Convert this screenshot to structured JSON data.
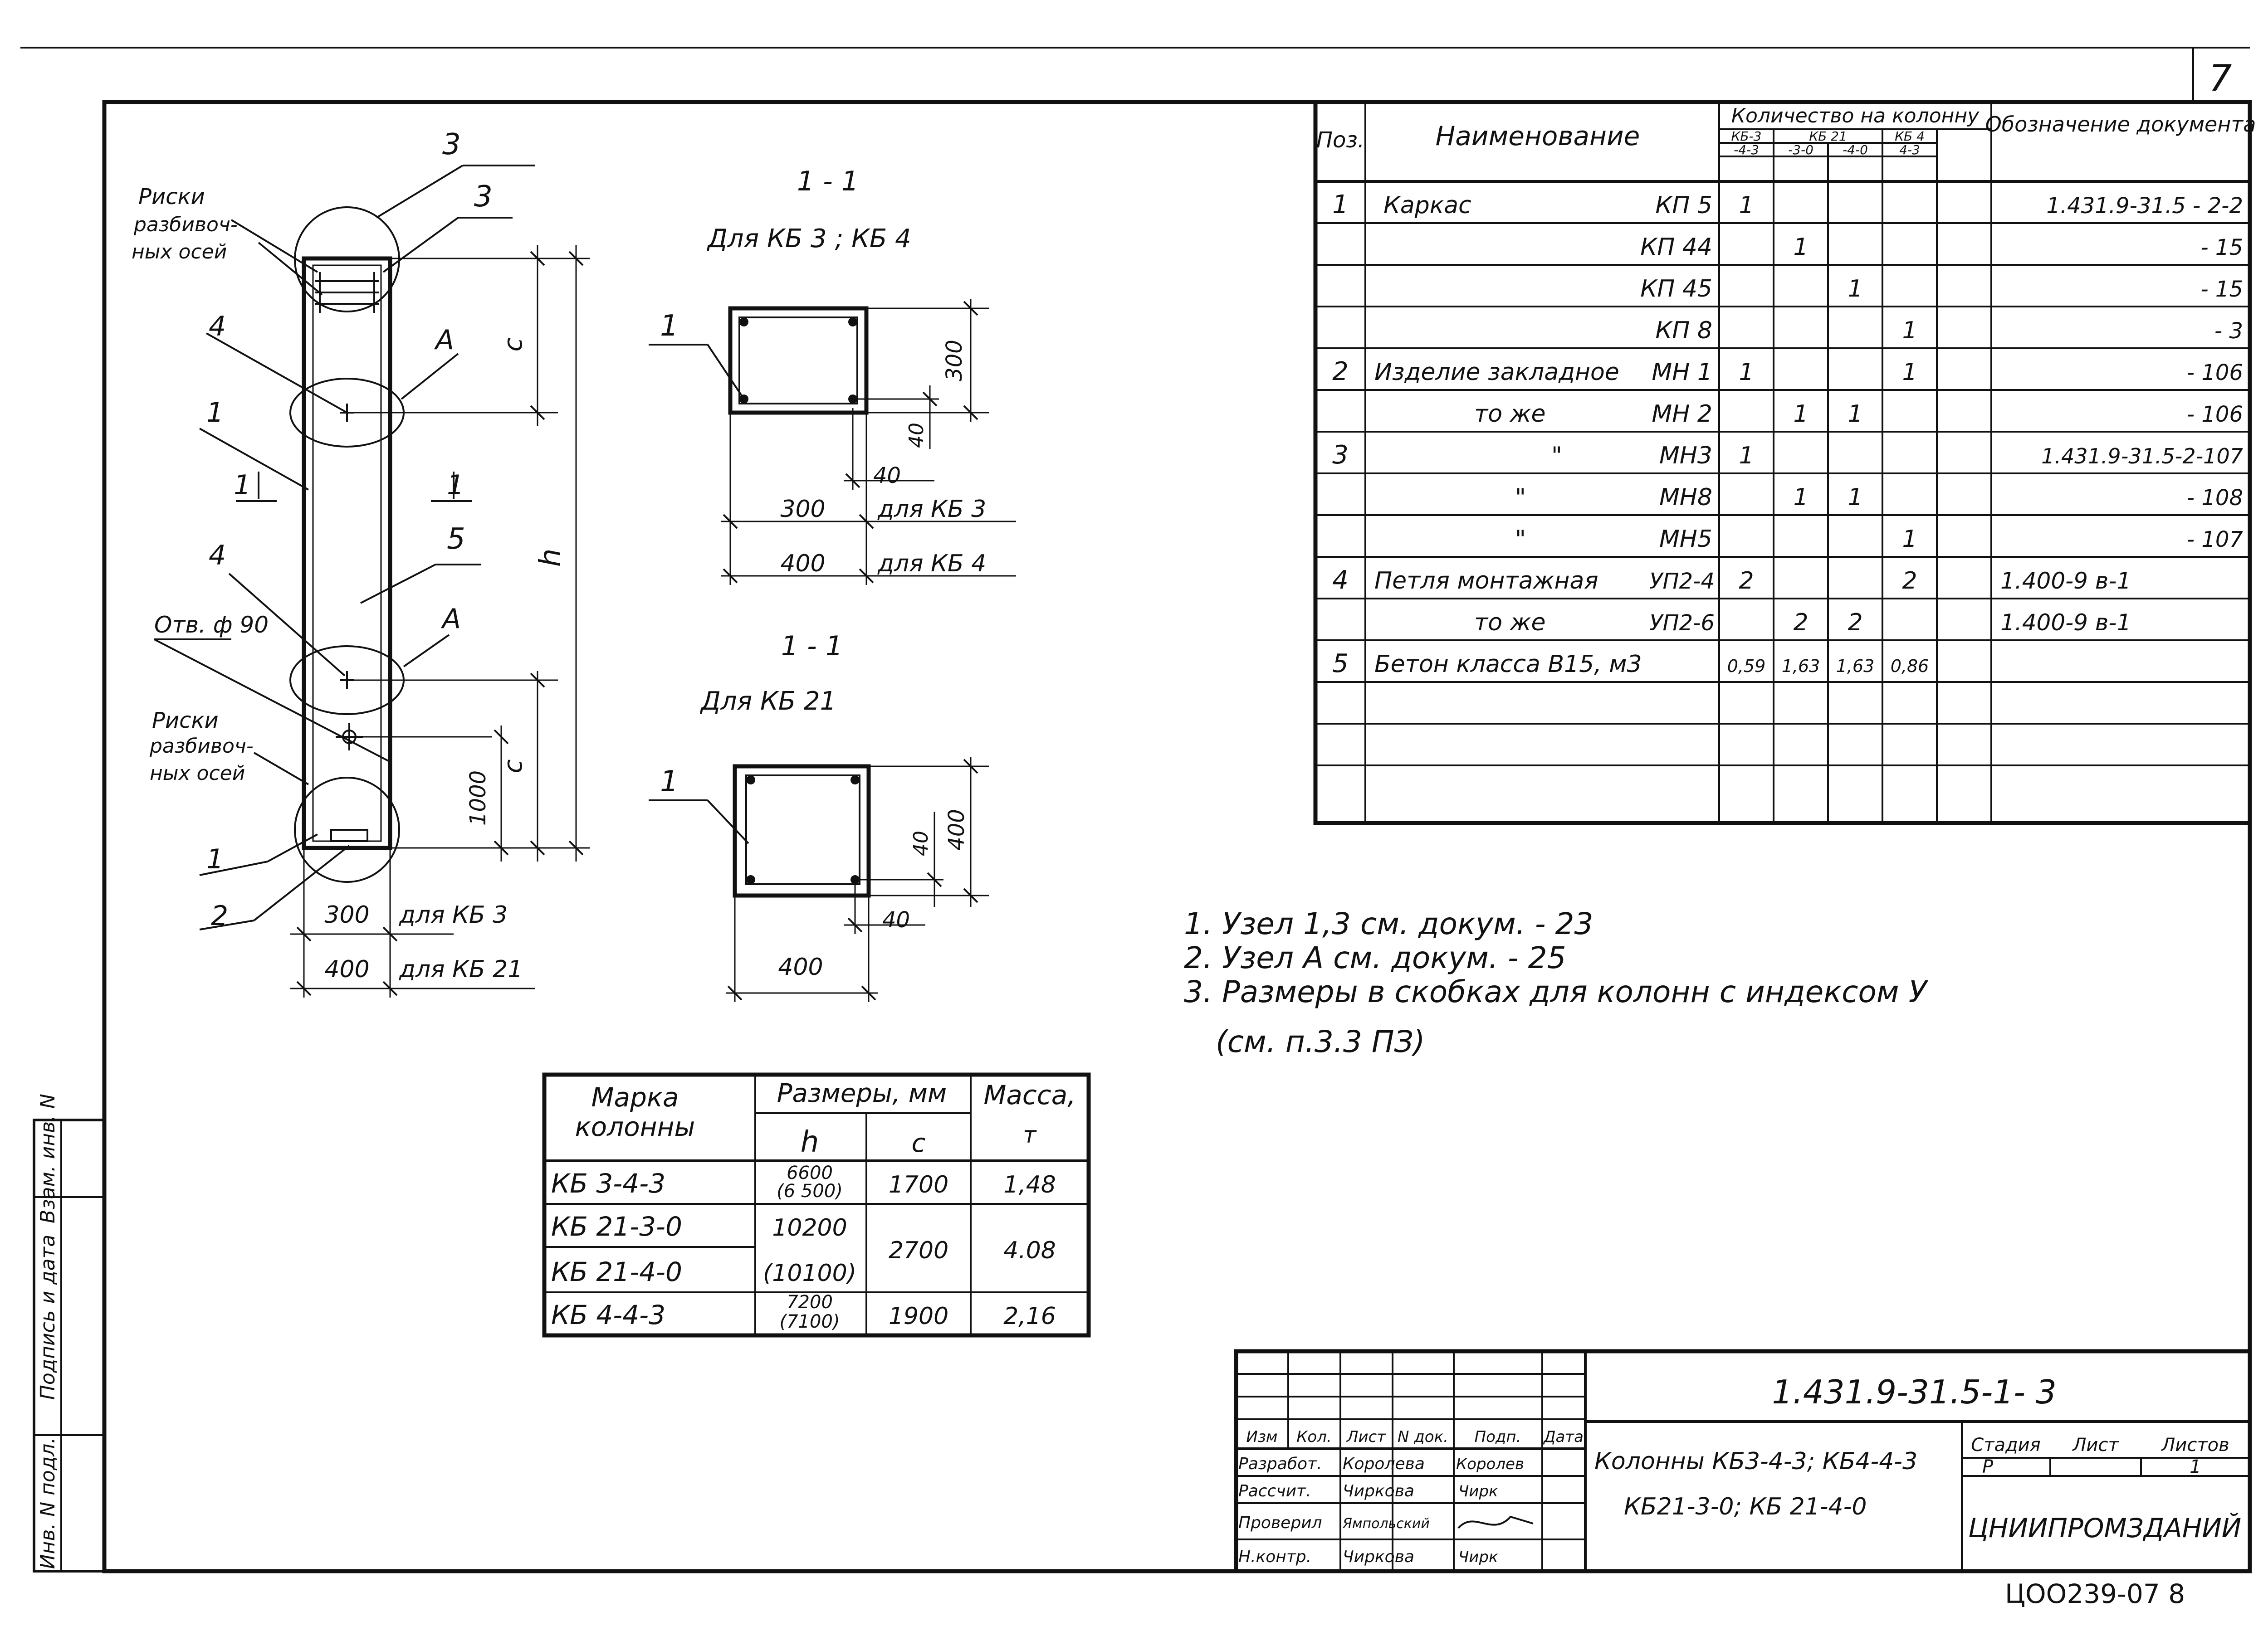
{
  "sheet": {
    "page_number": "7",
    "archive_code": "ЦОО239-07 8",
    "side_stamp": {
      "inv_podl": "Инв. N подл.",
      "podpis_data": "Подпись и дата",
      "vzam_inv": "Взам. инв. N"
    }
  },
  "column_view": {
    "labels": {
      "riski_top": [
        "Риски",
        "разбивоч-",
        "ных осей"
      ],
      "riski_bottom": [
        "Риски",
        "разбивоч-",
        "ных осей"
      ],
      "hole": "Отв. ф 90",
      "pos1a": "1",
      "pos1b": "1",
      "pos2": "2",
      "pos3a": "3",
      "pos3b": "3",
      "pos4a": "4",
      "pos4b": "4",
      "pos5": "5",
      "nodeA1": "А",
      "nodeA2": "А",
      "section_mark_left": "1",
      "section_mark_right": "1"
    },
    "dims": {
      "c_top": "с",
      "h": "h",
      "c_bottom": "с",
      "d1000": "1000",
      "w300": "300",
      "w300_note": "для КБ 3",
      "w400": "400",
      "w400_note": "для КБ 21"
    }
  },
  "section_kb3": {
    "title": "1 - 1",
    "subtitle": "Для КБ 3 ; КБ 4",
    "pos": "1",
    "d300v": "300",
    "d40v": "40",
    "d40h": "40",
    "d300": "300",
    "d300_note": "для КБ 3",
    "d400": "400",
    "d400_note": "для КБ 4"
  },
  "section_kb21": {
    "title": "1 - 1",
    "subtitle": "Для КБ 21",
    "pos": "1",
    "d40v": "40",
    "d400v": "400",
    "d40h": "40",
    "d400": "400"
  },
  "spec_table": {
    "headers": {
      "pos": "Поз.",
      "name": "Наименование",
      "qty_group": "Количество на колонну",
      "kb3": "КБ-3",
      "kb21": "КБ 21",
      "kb4": "КБ 4",
      "sub1": "-4-3",
      "sub2": "-3-0",
      "sub3": "-4-0",
      "sub4": "4-3",
      "doc": "Обозначение документа"
    },
    "rows": [
      {
        "pos": "1",
        "name": "Каркас",
        "mark": "КП 5",
        "q": [
          "1",
          "",
          "",
          ""
        ],
        "doc": "1.431.9-31.5 - 2-2"
      },
      {
        "pos": "",
        "name": "",
        "mark": "КП 44",
        "q": [
          "",
          "1",
          "",
          ""
        ],
        "doc": "- 15"
      },
      {
        "pos": "",
        "name": "",
        "mark": "КП 45",
        "q": [
          "",
          "",
          "1",
          ""
        ],
        "doc": "- 15"
      },
      {
        "pos": "",
        "name": "",
        "mark": "КП 8",
        "q": [
          "",
          "",
          "",
          "1"
        ],
        "doc": "- 3"
      },
      {
        "pos": "2",
        "name": "Изделие закладное",
        "mark": "МН 1",
        "q": [
          "1",
          "",
          "",
          "1"
        ],
        "doc": "- 106"
      },
      {
        "pos": "",
        "name": "то же",
        "mark": "МН 2",
        "q": [
          "",
          "1",
          "1",
          ""
        ],
        "doc": "- 106"
      },
      {
        "pos": "3",
        "name": "\"",
        "mark": "МН3",
        "q": [
          "1",
          "",
          "",
          ""
        ],
        "doc": "1.431.9-31.5-2-107"
      },
      {
        "pos": "",
        "name": "\"",
        "mark": "МН8",
        "q": [
          "",
          "1",
          "1",
          ""
        ],
        "doc": "- 108"
      },
      {
        "pos": "",
        "name": "\"",
        "mark": "МН5",
        "q": [
          "",
          "",
          "",
          "1"
        ],
        "doc": "- 107"
      },
      {
        "pos": "4",
        "name": "Петля монтажная",
        "mark": "УП2-4",
        "q": [
          "2",
          "",
          "",
          "2"
        ],
        "doc": "1.400-9 в-1"
      },
      {
        "pos": "",
        "name": "то же",
        "mark": "УП2-6",
        "q": [
          "",
          "2",
          "2",
          ""
        ],
        "doc": "1.400-9 в-1"
      },
      {
        "pos": "5",
        "name": "Бетон класса В15, м3",
        "mark": "",
        "q": [
          "0,59",
          "1,63",
          "1,63",
          "0,86"
        ],
        "doc": ""
      },
      {
        "pos": "",
        "name": "",
        "mark": "",
        "q": [
          "",
          "",
          "",
          ""
        ],
        "doc": ""
      },
      {
        "pos": "",
        "name": "",
        "mark": "",
        "q": [
          "",
          "",
          "",
          ""
        ],
        "doc": ""
      },
      {
        "pos": "",
        "name": "",
        "mark": "",
        "q": [
          "",
          "",
          "",
          ""
        ],
        "doc": ""
      }
    ]
  },
  "notes": [
    "1. Узел 1,3 см. докум. - 23",
    "2. Узел А см. докум. - 25",
    "3. Размеры в скобках для колонн с индексом У",
    "(см. п.3.3 ПЗ)"
  ],
  "mass_table": {
    "headers": {
      "mark": [
        "Марка",
        "колонны"
      ],
      "sizes": "Размеры, мм",
      "h": "h",
      "c": "с",
      "mass": [
        "Масса,",
        "т"
      ]
    },
    "rows": [
      {
        "mark": "КБ 3-4-3",
        "h": [
          "6600",
          "(6 500)"
        ],
        "c": "1700",
        "mass": "1,48"
      },
      {
        "mark": "КБ 21-3-0",
        "h": [
          "10200",
          ""
        ],
        "c": "",
        "mass": ""
      },
      {
        "mark": "КБ 21-4-0",
        "h": [
          "(10100)",
          ""
        ],
        "c": "",
        "mass": ""
      },
      {
        "mark": "КБ 4-4-3",
        "h": [
          "7200",
          "(7100)"
        ],
        "c": "1900",
        "mass": "2,16"
      }
    ],
    "merged_kb21": {
      "c": "2700",
      "mass": "4.08"
    }
  },
  "title_block": {
    "code": "1.431.9-31.5-1- 3",
    "name_line1": "Колонны КБ3-4-3; КБ4-4-3",
    "name_line2": "КБ21-3-0; КБ 21-4-0",
    "org": "ЦНИИПРОМЗДАНИЙ",
    "stage_label": "Стадия",
    "sheet_label": "Лист",
    "sheets_label": "Листов",
    "stage": "Р",
    "sheets": "1",
    "head": [
      "Изм",
      "Кол.",
      "Лист",
      "N док.",
      "Подп.",
      "Дата"
    ],
    "people": [
      {
        "role": "Разработ.",
        "name": "Королева",
        "sign": "Королев"
      },
      {
        "role": "Рассчит.",
        "name": "Чиркова",
        "sign": "Чирк"
      },
      {
        "role": "Проверил",
        "name": "Ямпольский",
        "sign": ""
      },
      {
        "role": "Н.контр.",
        "name": "Чиркова",
        "sign": "Чирк"
      }
    ]
  }
}
